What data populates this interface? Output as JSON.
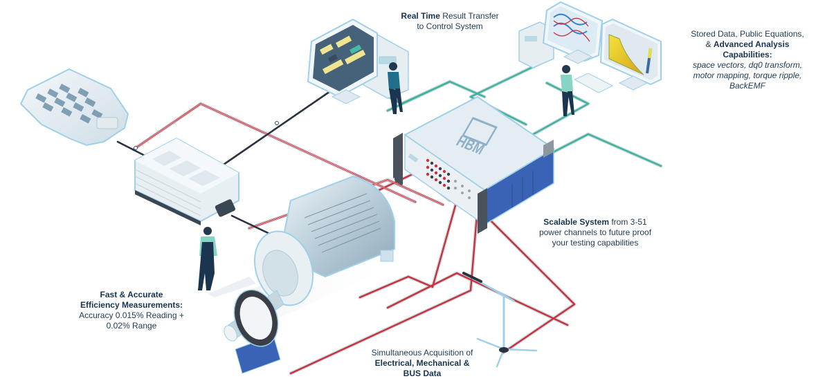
{
  "diagram": {
    "brand_logo_text": "HBM",
    "colors": {
      "power_cable": "#c8323c",
      "data_cable": "#3fb39a",
      "dc_cable": "#2b3340",
      "outline": "#9fd0e8",
      "device_body": "#dfe9ef",
      "accent_blue": "#3b63b5",
      "text": "#1d3a52"
    },
    "components": [
      {
        "id": "battery",
        "icon": "battery-pack-icon"
      },
      {
        "id": "inverter",
        "icon": "inverter-icon"
      },
      {
        "id": "motor",
        "icon": "electric-motor-icon"
      },
      {
        "id": "torque-sensor",
        "icon": "torque-flange-icon"
      },
      {
        "id": "data-acquisition",
        "icon": "hbm-genesis-mainframe-icon"
      },
      {
        "id": "control-system",
        "icon": "control-monitor-icon"
      },
      {
        "id": "analysis-workstation",
        "icon": "dual-monitor-workstation-icon"
      },
      {
        "id": "microphone",
        "icon": "microphone-stand-icon"
      }
    ]
  },
  "captions": {
    "realtime": {
      "bold": "Real Time",
      "line1_rest": " Result Transfer",
      "line2": "to Control System"
    },
    "stored": {
      "line1": "Stored Data, Public Equations,",
      "line2_prefix": "& ",
      "line2_bold": "Advanced Analysis",
      "line3_bold": "Capabilities:",
      "line4": "space vectors, dq0 transform,",
      "line5": "motor mapping, torque ripple,",
      "line6": "BackEMF"
    },
    "scalable": {
      "bold": "Scalable System",
      "line1_rest": " from 3-51",
      "line2": "power channels to future proof",
      "line3": "your testing capabilities"
    },
    "fast": {
      "line1_bold": "Fast & Accurate",
      "line2_bold": "Efficiency Measurements:",
      "line3": "Accuracy 0.015% Reading +",
      "line4": "0.02% Range"
    },
    "simul": {
      "line1": "Simultaneous Acquisition of",
      "line2_bold": "Electrical, Mechanical &",
      "line3_bold": "BUS Data"
    }
  }
}
